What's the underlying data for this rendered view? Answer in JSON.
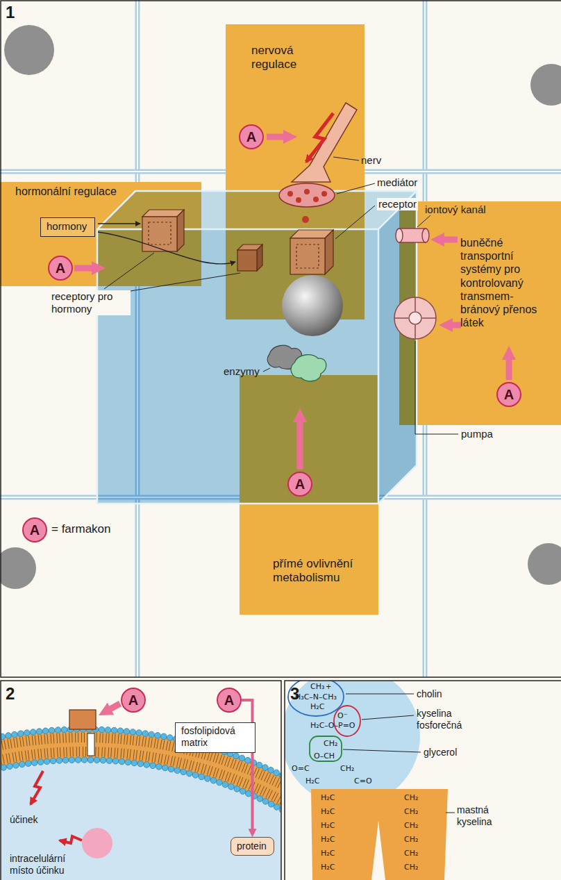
{
  "diagram": {
    "nodes": [
      {
        "text": [
          "nervová regulace"
        ]
      },
      {
        "text": [
          "A"
        ],
        "in": 0
      },
      {
        "text": [
          "hormonální regulace"
        ]
      },
      {
        "text": [
          "hormony"
        ],
        "in": 2
      },
      {
        "text": [
          "A"
        ],
        "in": 2
      },
      {
        "text": [
          "buněčné transportní systémy pro kontrolovaný transmem-bránový přenos látek"
        ]
      },
      {
        "text": [
          "A"
        ],
        "in": 5
      },
      {
        "text": [
          "přímé ovlivnění metabolismu"
        ]
      },
      {
        "text": [
          "A"
        ],
        "in": 7
      },
      {
        "text": [
          "A"
        ]
      },
      {
        "text": [
          "A"
        ]
      },
      {
        "text": [
          "A"
        ]
      },
      {
        "text": [
          "fosfolipidová matrix"
        ]
      },
      {
        "text": [
          "protein"
        ]
      }
    ],
    "edges": [
      {
        "from": 11,
        "to": 13,
        "arrow": "to"
      }
    ],
    "labels": [
      "1",
      "nerv",
      "mediátor",
      "receptor",
      "iontový kanál",
      "pumpa",
      "receptory pro hormony",
      "enzymy",
      "2",
      "účinek",
      "intracelulární místo účinku",
      "3",
      "cholin",
      "kyselina fosforečná",
      "glycerol",
      "mastná kyselina",
      "CH₃",
      "H₃C–N–CH₃",
      "+",
      "H₂C",
      "O⁻",
      "H₂C–O–P=O",
      "CH₂",
      "O–CH",
      "O=C",
      "CH₂",
      "H₂C",
      "C=O",
      "H₂C",
      "H₂C",
      "H₂C",
      "H₂C",
      "H₂C",
      "H₂C",
      "CH₂",
      "CH₂",
      "CH₂",
      "CH₂",
      "CH₂",
      "CH₂"
    ],
    "legend": [
      {
        "text": "= farmakon"
      }
    ]
  }
}
